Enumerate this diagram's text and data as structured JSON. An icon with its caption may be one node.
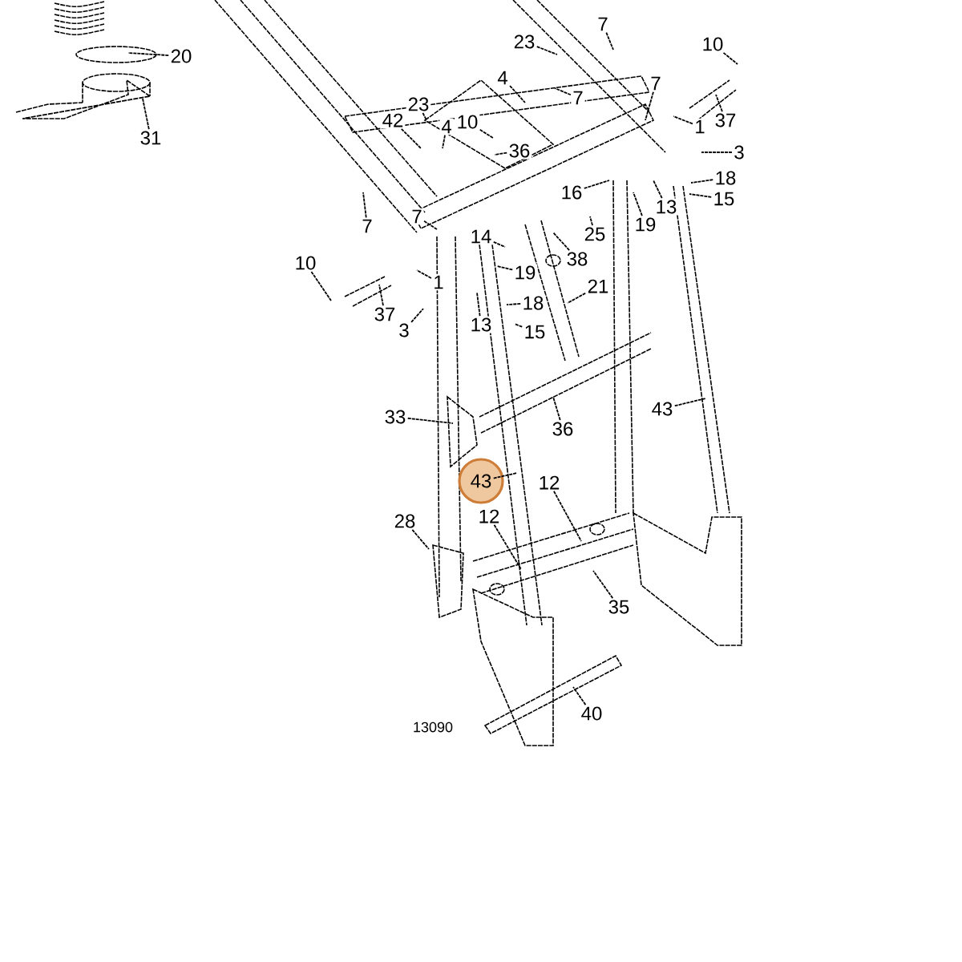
{
  "diagram": {
    "nodes": [
      {
        "text": [
          "20"
        ]
      },
      {
        "text": [
          "31"
        ]
      },
      {
        "text": [
          "7"
        ]
      },
      {
        "text": [
          "10"
        ]
      },
      {
        "text": [
          "23"
        ]
      },
      {
        "text": [
          "4"
        ]
      },
      {
        "text": [
          "7"
        ]
      },
      {
        "text": [
          "7"
        ]
      },
      {
        "text": [
          "1"
        ]
      },
      {
        "text": [
          "37"
        ]
      },
      {
        "text": [
          "23"
        ]
      },
      {
        "text": [
          "4"
        ]
      },
      {
        "text": [
          "10"
        ]
      },
      {
        "text": [
          "42"
        ]
      },
      {
        "text": [
          "36"
        ]
      },
      {
        "text": [
          "3"
        ]
      },
      {
        "text": [
          "18"
        ]
      },
      {
        "text": [
          "15"
        ]
      },
      {
        "text": [
          "16"
        ]
      },
      {
        "text": [
          "13"
        ]
      },
      {
        "text": [
          "19"
        ]
      },
      {
        "text": [
          "25"
        ]
      },
      {
        "text": [
          "7"
        ]
      },
      {
        "text": [
          "7"
        ]
      },
      {
        "text": [
          "38"
        ]
      },
      {
        "text": [
          "14"
        ]
      },
      {
        "text": [
          "10"
        ]
      },
      {
        "text": [
          "1"
        ]
      },
      {
        "text": [
          "19"
        ]
      },
      {
        "text": [
          "18"
        ]
      },
      {
        "text": [
          "13"
        ]
      },
      {
        "text": [
          "15"
        ]
      },
      {
        "text": [
          "37"
        ]
      },
      {
        "text": [
          "3"
        ]
      },
      {
        "text": [
          "21"
        ]
      },
      {
        "text": [
          "33"
        ]
      },
      {
        "text": [
          "36"
        ]
      },
      {
        "text": [
          "43"
        ]
      },
      {
        "text": [
          "43"
        ]
      },
      {
        "text": [
          "12"
        ]
      },
      {
        "text": [
          "12"
        ]
      },
      {
        "text": [
          "28"
        ]
      },
      {
        "text": [
          "35"
        ]
      },
      {
        "text": [
          "40"
        ]
      }
    ],
    "edges": [
      {
        "from": 0,
        "to": null,
        "arrow": "none"
      },
      {
        "from": 1,
        "to": null,
        "arrow": "none"
      },
      {
        "from": 2,
        "to": null,
        "arrow": "none"
      },
      {
        "from": 3,
        "to": null,
        "arrow": "none"
      },
      {
        "from": 4,
        "to": null,
        "arrow": "none"
      },
      {
        "from": 5,
        "to": null,
        "arrow": "none"
      },
      {
        "from": 6,
        "to": null,
        "arrow": "none"
      },
      {
        "from": 7,
        "to": null,
        "arrow": "none"
      },
      {
        "from": 8,
        "to": null,
        "arrow": "none"
      },
      {
        "from": 9,
        "to": null,
        "arrow": "none"
      },
      {
        "from": 10,
        "to": null,
        "arrow": "none"
      },
      {
        "from": 11,
        "to": null,
        "arrow": "none"
      },
      {
        "from": 12,
        "to": null,
        "arrow": "none"
      },
      {
        "from": 13,
        "to": null,
        "arrow": "none"
      },
      {
        "from": 14,
        "to": null,
        "arrow": "none"
      },
      {
        "from": 15,
        "to": null,
        "arrow": "none"
      },
      {
        "from": 16,
        "to": null,
        "arrow": "none"
      },
      {
        "from": 17,
        "to": null,
        "arrow": "none"
      },
      {
        "from": 18,
        "to": null,
        "arrow": "none"
      },
      {
        "from": 19,
        "to": null,
        "arrow": "none"
      },
      {
        "from": 20,
        "to": null,
        "arrow": "none"
      },
      {
        "from": 21,
        "to": null,
        "arrow": "none"
      },
      {
        "from": 22,
        "to": null,
        "arrow": "none"
      },
      {
        "from": 23,
        "to": null,
        "arrow": "none"
      },
      {
        "from": 24,
        "to": null,
        "arrow": "none"
      },
      {
        "from": 25,
        "to": null,
        "arrow": "none"
      },
      {
        "from": 26,
        "to": null,
        "arrow": "none"
      },
      {
        "from": 27,
        "to": null,
        "arrow": "none"
      },
      {
        "from": 28,
        "to": null,
        "arrow": "none"
      },
      {
        "from": 29,
        "to": null,
        "arrow": "none"
      },
      {
        "from": 30,
        "to": null,
        "arrow": "none"
      },
      {
        "from": 31,
        "to": null,
        "arrow": "none"
      },
      {
        "from": 32,
        "to": null,
        "arrow": "none"
      },
      {
        "from": 33,
        "to": null,
        "arrow": "none"
      },
      {
        "from": 34,
        "to": null,
        "arrow": "none"
      },
      {
        "from": 35,
        "to": null,
        "arrow": "none"
      },
      {
        "from": 36,
        "to": null,
        "arrow": "none"
      },
      {
        "from": 37,
        "to": null,
        "arrow": "none"
      },
      {
        "from": 38,
        "to": null,
        "arrow": "none"
      },
      {
        "from": 39,
        "to": null,
        "arrow": "none"
      },
      {
        "from": 40,
        "to": null,
        "arrow": "none"
      },
      {
        "from": 41,
        "to": null,
        "arrow": "none"
      },
      {
        "from": 42,
        "to": null,
        "arrow": "none"
      },
      {
        "from": 43,
        "to": null,
        "arrow": "none"
      }
    ],
    "labels": [
      "13090"
    ]
  }
}
